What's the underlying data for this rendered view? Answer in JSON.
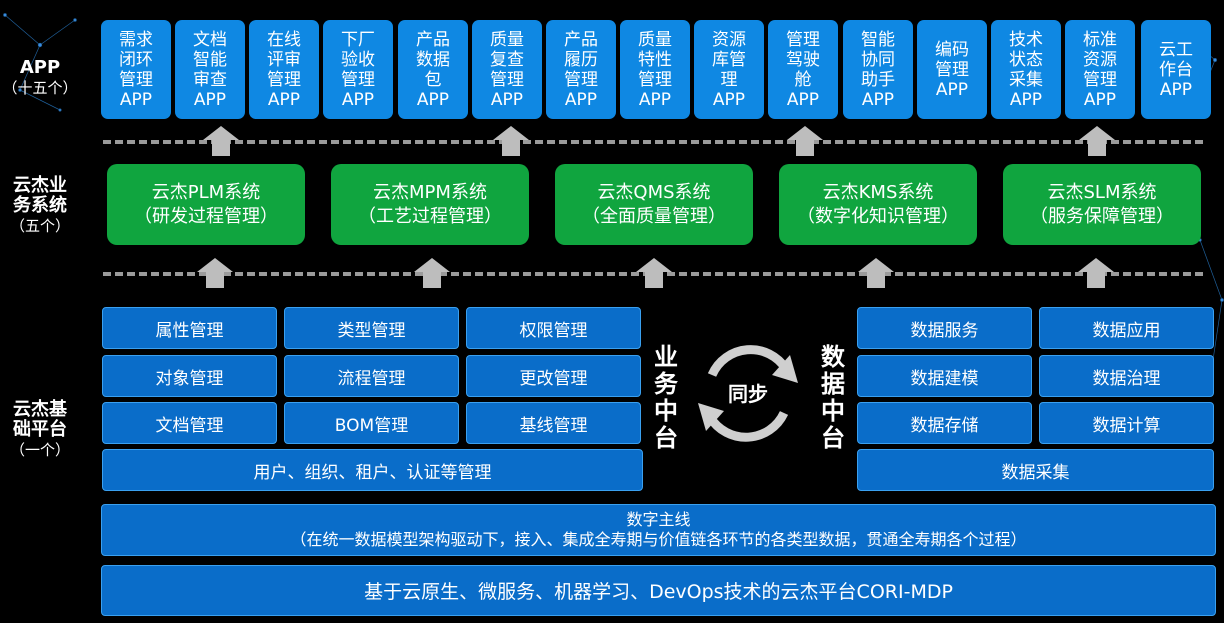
{
  "side": {
    "app_title": "APP",
    "app_sub": "（十五个）",
    "biz_title_1": "云杰业",
    "biz_title_2": "务系统",
    "biz_sub": "（五个）",
    "base_title_1": "云杰基",
    "base_title_2": "础平台",
    "base_sub": "（一个）"
  },
  "apps": [
    "需求\n闭环\n管理\nAPP",
    "文档\n智能\n审查\nAPP",
    "在线\n评审\n管理\nAPP",
    "下厂\n验收\n管理\nAPP",
    "产品\n数据\n包\nAPP",
    "质量\n复查\n管理\nAPP",
    "产品\n履历\n管理\nAPP",
    "质量\n特性\n管理\nAPP",
    "资源\n库管\n理\nAPP",
    "管理\n驾驶\n舱\nAPP",
    "智能\n协同\n助手\nAPP",
    "编码\n管理\nAPP",
    "技术\n状态\n采集\nAPP",
    "标准\n资源\n管理\nAPP",
    "云工\n作台\nAPP"
  ],
  "systems": [
    {
      "name": "云杰PLM系统",
      "desc": "（研发过程管理）"
    },
    {
      "name": "云杰MPM系统",
      "desc": "（工艺过程管理）"
    },
    {
      "name": "云杰QMS系统",
      "desc": "（全面质量管理）"
    },
    {
      "name": "云杰KMS系统",
      "desc": "（数字化知识管理）"
    },
    {
      "name": "云杰SLM系统",
      "desc": "（服务保障管理）"
    }
  ],
  "business_modules": [
    "属性管理",
    "类型管理",
    "权限管理",
    "对象管理",
    "流程管理",
    "更改管理",
    "文档管理",
    "BOM管理",
    "基线管理"
  ],
  "business_wide": "用户、组织、租户、认证等管理",
  "business_center_label": "业\n务\n中\n台",
  "data_center_label": "数\n据\n中\n台",
  "sync_label": "同步",
  "data_modules": [
    "数据服务",
    "数据应用",
    "数据建模",
    "数据治理",
    "数据存储",
    "数据计算"
  ],
  "data_wide": "数据采集",
  "thread": {
    "title": "数字主线",
    "desc": "（在统一数据模型架构驱动下，接入、集成全寿期与价值链各环节的各类型数据，贯通全寿期各个过程）"
  },
  "platform": "基于云原生、微服务、机器学习、DevOps技术的云杰平台CORI-MDP",
  "colors": {
    "app_blue": "#0f88e3",
    "system_green": "#10a53f",
    "module_blue": "#0a6dc9",
    "dash_gray": "#9a9a9a"
  }
}
